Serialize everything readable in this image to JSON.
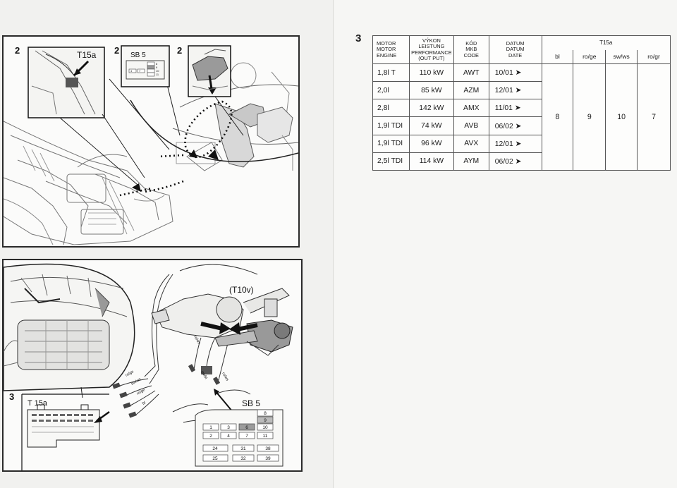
{
  "figure_top": {
    "step_left": "2",
    "step_middle": "2",
    "step_right": "2",
    "connector": "T15a",
    "fuse_box": "SB 5",
    "fuse_numbers": [
      "8",
      "9",
      "10",
      "11",
      "4",
      "7"
    ]
  },
  "figure_bottom": {
    "step": "3",
    "connector": "T 15a",
    "switch_connector": "(T10v)",
    "fuse_box": "SB 5",
    "wire_labels": [
      "ro/ge",
      "sw/ws",
      "ro/ge",
      "bl",
      "ro/ws",
      "sw/bl",
      "ro/ws"
    ],
    "fuse_rows": [
      [
        "",
        "",
        "",
        "8"
      ],
      [
        "",
        "",
        "",
        "9"
      ],
      [
        "1",
        "3",
        "6",
        "10"
      ],
      [
        "2",
        "4",
        "7",
        "11"
      ],
      [
        "24",
        "",
        "31",
        "38"
      ],
      [
        "25",
        "",
        "32",
        "39"
      ]
    ]
  },
  "section3": {
    "number": "3",
    "headers": {
      "motor": [
        "MOTOR",
        "MOTOR",
        "ENGINE"
      ],
      "vykon": [
        "VÝKON",
        "LEISTUNG",
        "PERFORMANCE",
        "(OUT PUT)"
      ],
      "kod": [
        "KÓD",
        "MKB",
        "CODE"
      ],
      "datum": [
        "DATUM",
        "DATUM",
        "DATE"
      ],
      "t15a": "T15a",
      "pins": [
        "bl",
        "ro/ge",
        "sw/ws",
        "ro/gr"
      ]
    },
    "rows": [
      {
        "engine": "1,8l T",
        "power": "110 kW",
        "code": "AWT",
        "date": "10/01 ➤"
      },
      {
        "engine": "2,0l",
        "power": "85 kW",
        "code": "AZM",
        "date": "12/01 ➤"
      },
      {
        "engine": "2,8l",
        "power": "142 kW",
        "code": "AMX",
        "date": "11/01 ➤"
      },
      {
        "engine": "1,9l TDI",
        "power": "74 kW",
        "code": "AVB",
        "date": "06/02 ➤"
      },
      {
        "engine": "1,9l TDI",
        "power": "96 kW",
        "code": "AVX",
        "date": "12/01 ➤"
      },
      {
        "engine": "2,5l TDI",
        "power": "114 kW",
        "code": "AYM",
        "date": "06/02 ➤"
      }
    ],
    "pin_values": [
      "8",
      "9",
      "10",
      "7"
    ]
  }
}
